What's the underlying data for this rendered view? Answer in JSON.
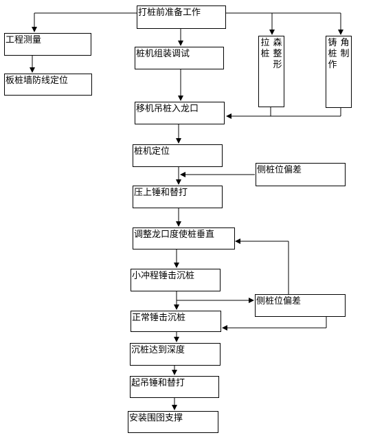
{
  "flowchart": {
    "nodes": {
      "prep": "打桩前准备工作",
      "survey": "工程测量",
      "wall_line": "板桩墙防线定位",
      "assembly": "桩机组装调试",
      "lift": "移机吊桩入龙口",
      "position": "桩机定位",
      "deviation_1": "侧桩位偏差",
      "hammer_press": "压上锤和替打",
      "adjust": "调整龙口度使桩垂直",
      "small_stroke": "小冲程锤击沉桩",
      "deviation_2": "侧桩位偏差",
      "normal_hammer": "正常锤击沉桩",
      "depth": "沉桩达到深度",
      "lift_hammer": "起吊锤和替打",
      "support": "安装围囹支撑",
      "col_a1": "拉桩",
      "col_a2": "森整形",
      "col_b1": "铸桩作",
      "col_b2": "角制"
    }
  }
}
